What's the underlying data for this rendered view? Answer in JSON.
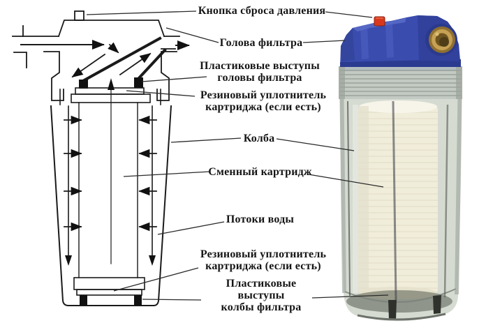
{
  "figure": {
    "type": "labeled water-filter diagram",
    "left_panel": "schematic cross-section drawing",
    "right_panel": "photo of assembled filter"
  },
  "labels": {
    "pressure_button": "Кнопка сброса давления",
    "filter_head": "Голова фильтра",
    "head_tabs": "Пластиковые выступы\nголовы фильтра",
    "cartridge_seal_top": "Резиновый уплотнитель\nкартриджа (если есть)",
    "flask": "Колба",
    "cartridge": "Сменный картридж",
    "water_flows": "Потоки воды",
    "cartridge_seal_bottom": "Резиновый уплотнитель\nкартриджа (если есть)",
    "flask_tabs": "Пластиковые выступы\nколбы фильтра"
  },
  "colors": {
    "text": "#151515",
    "line": "#1a1a1a",
    "head_blue": "#3a4cae",
    "head_blue_dark": "#2b3b90",
    "head_blue_mid": "#4658ba",
    "head_blue_light": "#5b6cc8",
    "button_red": "#d9381c",
    "brass": "#c7a254",
    "brass_dark": "#8f7030",
    "bowl": "#d6dbd2",
    "bowl_edge": "#9aa29a",
    "cartridge_white": "#f0edda"
  }
}
